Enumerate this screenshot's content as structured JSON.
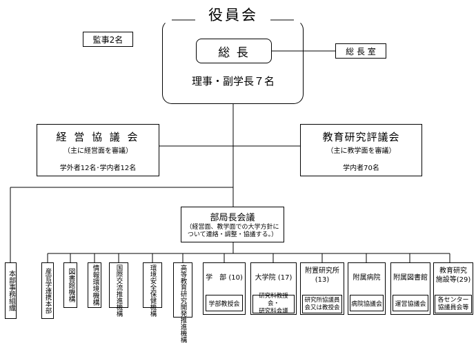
{
  "board": {
    "title": "役員会",
    "president": "総 長",
    "members": "理事・副学長７名"
  },
  "auditors": "監事2名",
  "presidents_office": "総 長 室",
  "management_council": {
    "title": "経 営 協 議 会",
    "subtitle": "（主に経営面を審議）",
    "members": "学外者12名･学内者12名"
  },
  "education_council": {
    "title": "教育研究評議会",
    "subtitle": "（主に教学面を審議）",
    "members": "学内者70名"
  },
  "deans_council": {
    "title": "部局長会議",
    "description": [
      "（経営面、教学面での大学方針に",
      "ついて連絡・調整・協議する。）"
    ]
  },
  "admin_units": [
    "本部事務組織",
    "産官学連携本部",
    "図書館機構",
    "情報環境機構",
    "国際交流推進機構",
    "環境安全保健機構",
    "高等教育研究開発推進機構"
  ],
  "divisions": [
    {
      "name": "学　部 (10)",
      "council": [
        "学部教授会"
      ]
    },
    {
      "name": "大学院 (17)",
      "council": [
        "研究科教授会・",
        "研究科会議"
      ]
    },
    {
      "name": [
        "附置研究所",
        "(13)"
      ],
      "council": [
        "研究所協議員",
        "会又は教授会"
      ]
    },
    {
      "name": "附属病院",
      "council": [
        "病院協議会"
      ]
    },
    {
      "name": "附属図書館",
      "council": [
        "運営協議会"
      ]
    },
    {
      "name": [
        "教育研究",
        "施設等(29)"
      ],
      "council": [
        "各センター",
        "協議員会等"
      ]
    }
  ]
}
